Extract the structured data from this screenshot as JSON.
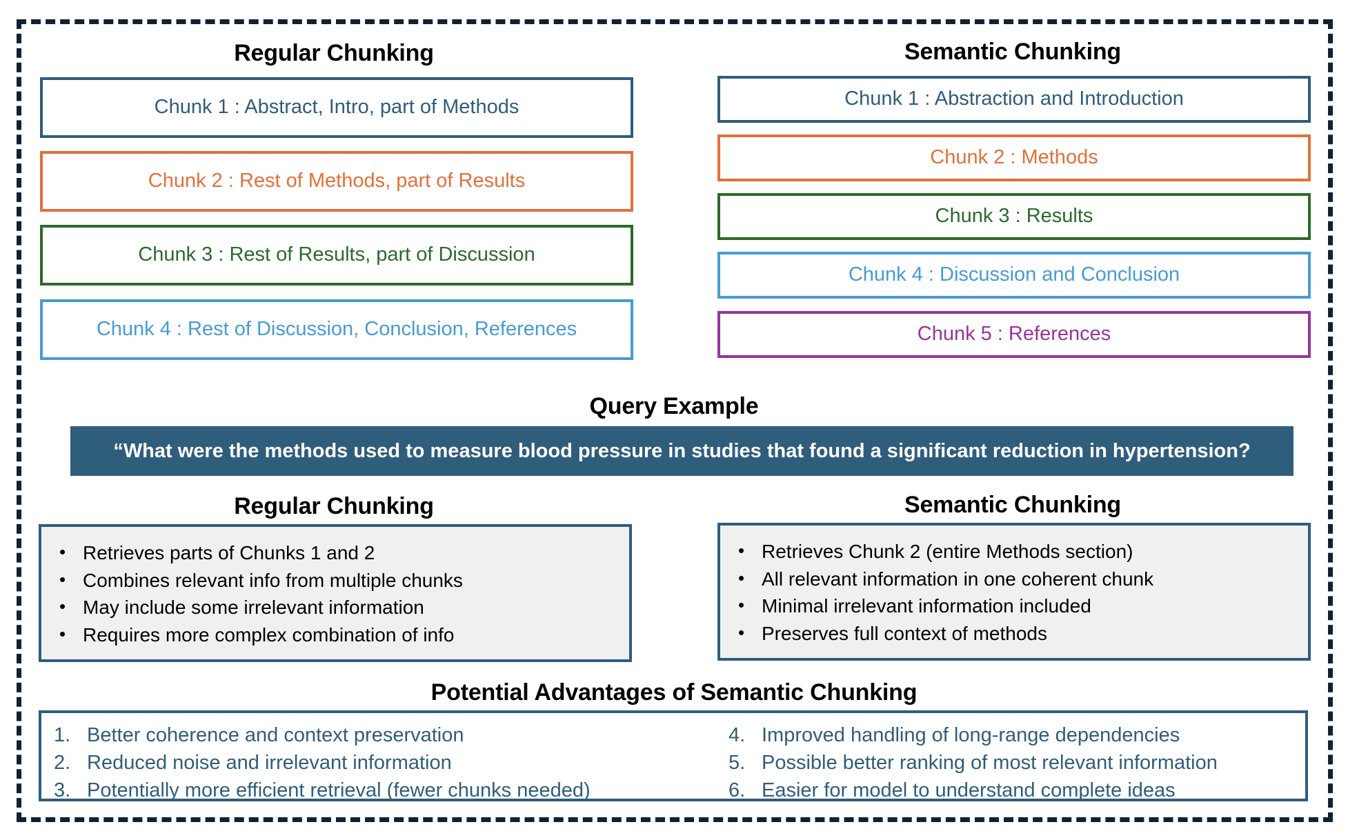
{
  "frame": {
    "border_color": "#0E2233",
    "style": "dashed"
  },
  "palette": {
    "dark_blue": "#2F5D7C",
    "orange": "#E2703A",
    "green": "#2B6A2B",
    "light_blue": "#479BD5",
    "purple": "#993399",
    "panel_gray": "#F0F0F0",
    "frame_navy": "#0E2233"
  },
  "top": {
    "left_heading": "Regular Chunking",
    "right_heading": "Semantic Chunking",
    "regular_chunks": [
      {
        "label": "Chunk 1 : Abstract, Intro, part of Methods",
        "color": "#2F5D7C"
      },
      {
        "label": "Chunk 2 : Rest of Methods, part of Results",
        "color": "#E2703A"
      },
      {
        "label": "Chunk 3 : Rest of Results, part of Discussion",
        "color": "#2B6A2B"
      },
      {
        "label": "Chunk 4 : Rest of Discussion, Conclusion, References",
        "color": "#479BD5"
      }
    ],
    "semantic_chunks": [
      {
        "label": "Chunk 1 : Abstraction and Introduction",
        "color": "#2F5D7C"
      },
      {
        "label": "Chunk 2 : Methods",
        "color": "#E2703A"
      },
      {
        "label": "Chunk 3 : Results",
        "color": "#2B6A2B"
      },
      {
        "label": "Chunk 4 : Discussion and Conclusion",
        "color": "#479BD5"
      },
      {
        "label": "Chunk 5 : References",
        "color": "#993399"
      }
    ]
  },
  "query": {
    "heading": "Query Example",
    "text": "“What were the methods used to measure blood pressure in studies that found a significant reduction in hypertension?"
  },
  "comparison": {
    "left_heading": "Regular Chunking",
    "right_heading": "Semantic Chunking",
    "bullet_char": "•",
    "left_bullets": [
      "Retrieves parts of Chunks 1 and 2",
      "Combines relevant info from multiple chunks",
      "May include some irrelevant information",
      "Requires more complex combination of info"
    ],
    "right_bullets": [
      "Retrieves Chunk 2 (entire Methods section)",
      "All relevant information in one coherent chunk",
      "Minimal irrelevant information included",
      "Preserves full context of methods"
    ]
  },
  "advantages": {
    "heading": "Potential Advantages of Semantic Chunking",
    "left_items": [
      {
        "num": "1.",
        "text": "Better coherence and context preservation"
      },
      {
        "num": "2.",
        "text": "Reduced noise and irrelevant information"
      },
      {
        "num": "3.",
        "text": "Potentially more efficient retrieval (fewer chunks needed)"
      }
    ],
    "right_items": [
      {
        "num": "4.",
        "text": "Improved handling of long-range dependencies"
      },
      {
        "num": "5.",
        "text": "Possible better ranking of most relevant information"
      },
      {
        "num": "6.",
        "text": "Easier for model to understand complete ideas"
      }
    ]
  }
}
